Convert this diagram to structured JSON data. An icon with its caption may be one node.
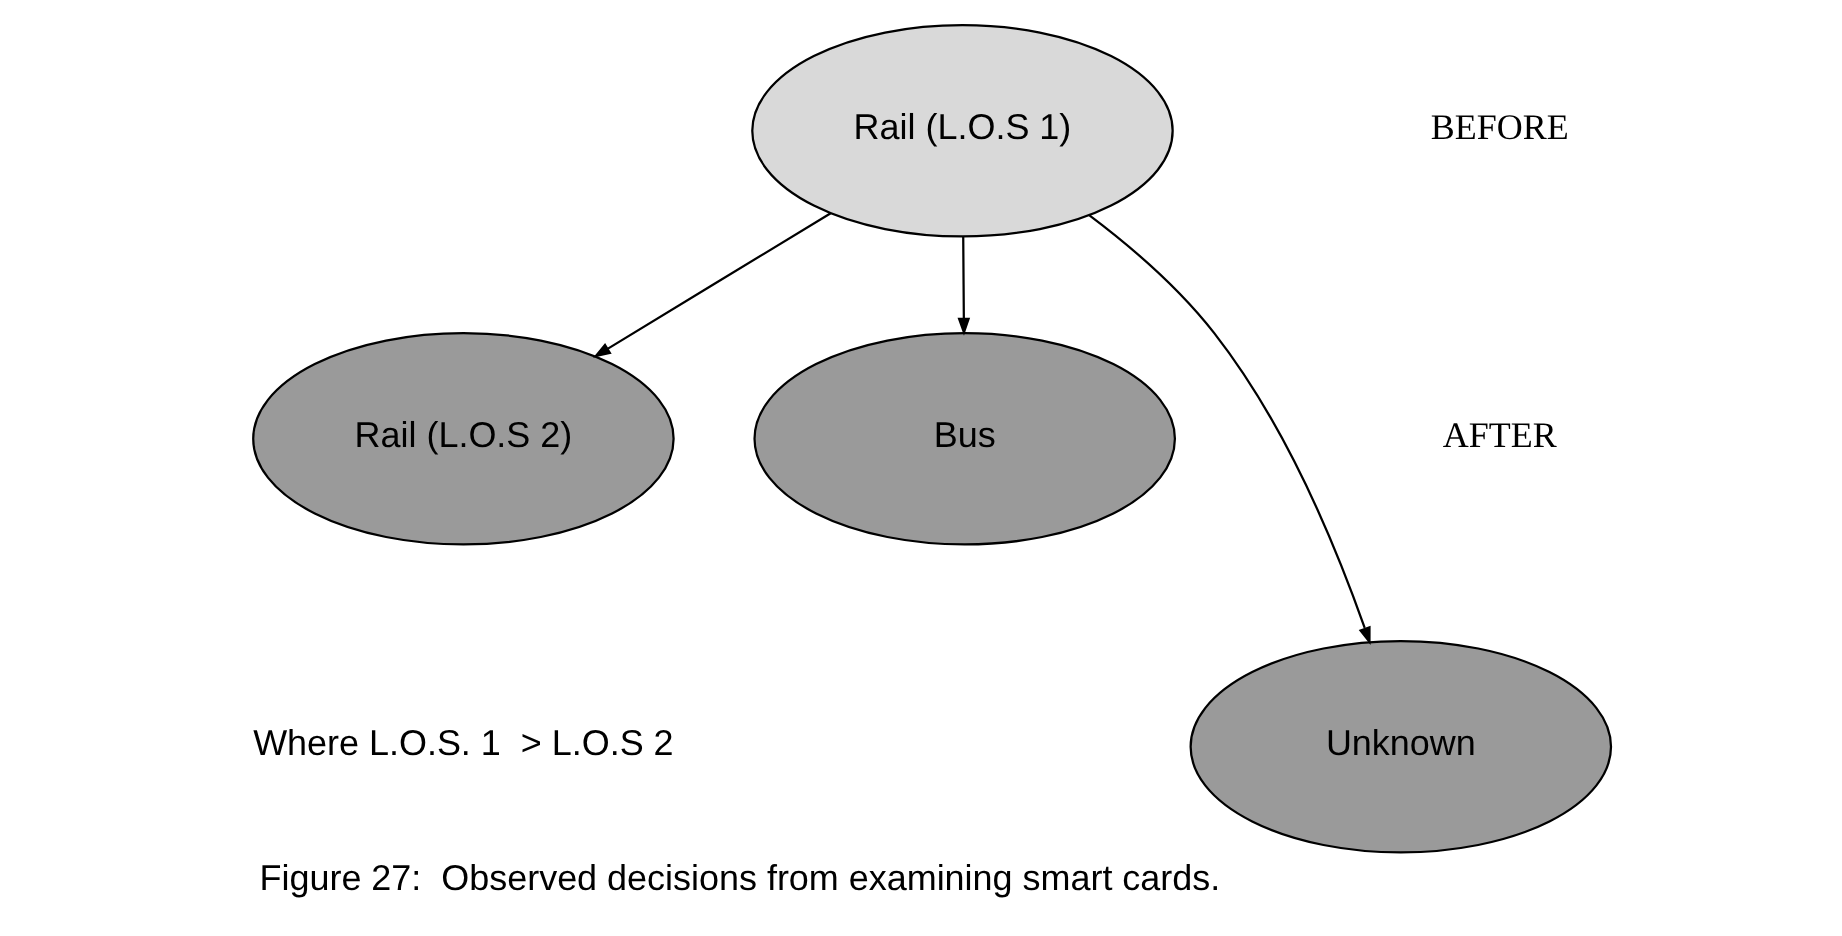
{
  "diagram": {
    "caption": "Figure 27:  Observed decisions from examining smart cards.",
    "nodes": [
      {
        "text": [
          "Rail (L.O.S 1)"
        ]
      },
      {
        "text": [
          "Rail (L.O.S 2)"
        ]
      },
      {
        "text": [
          "Bus"
        ]
      },
      {
        "text": [
          "Unknown"
        ]
      }
    ],
    "edges": [
      {
        "from": 0,
        "to": 1,
        "arrow": "to"
      },
      {
        "from": 0,
        "to": 2,
        "arrow": "to"
      },
      {
        "from": 0,
        "to": 3,
        "arrow": "to"
      }
    ],
    "labels": [
      "BEFORE",
      "AFTER",
      "Where L.O.S. 1  > L.O.S 2"
    ]
  }
}
